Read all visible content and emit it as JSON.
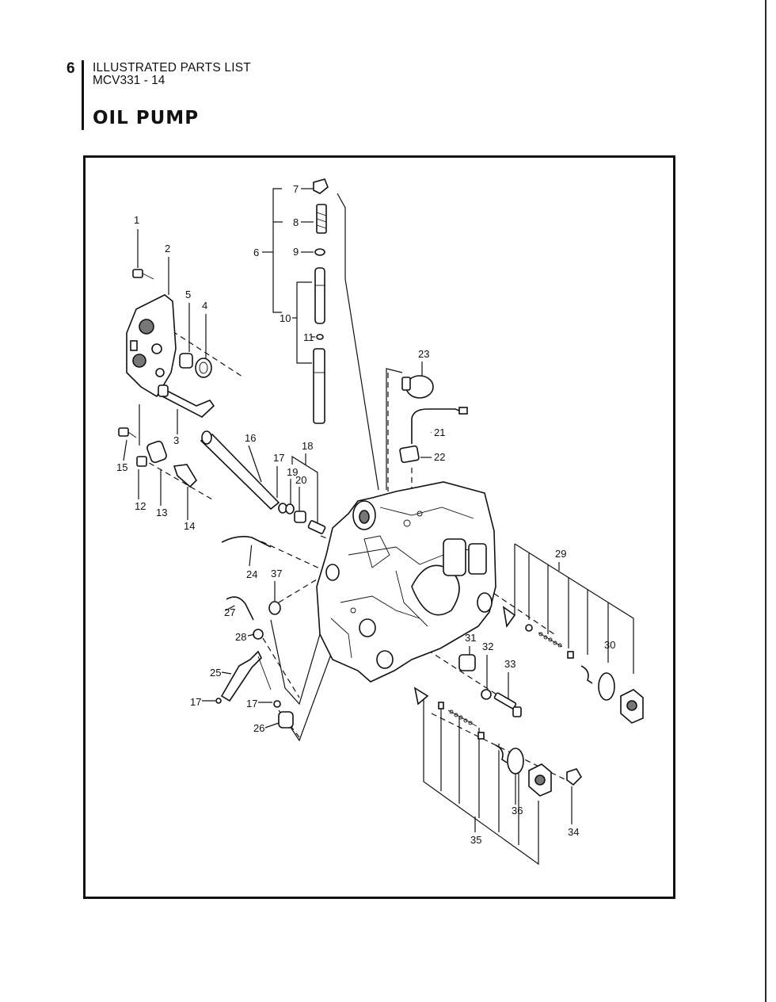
{
  "header": {
    "page_number": "6",
    "title": "ILLUSTRATED PARTS LIST",
    "model": "MCV331 - 14",
    "section_title": "OIL PUMP"
  },
  "diagram": {
    "callouts": [
      {
        "id": "c1",
        "text": "1"
      },
      {
        "id": "c2",
        "text": "2"
      },
      {
        "id": "c3",
        "text": "3"
      },
      {
        "id": "c4",
        "text": "4"
      },
      {
        "id": "c5",
        "text": "5"
      },
      {
        "id": "c6",
        "text": "6"
      },
      {
        "id": "c7",
        "text": "7"
      },
      {
        "id": "c8",
        "text": "8"
      },
      {
        "id": "c9",
        "text": "9"
      },
      {
        "id": "c10",
        "text": "10"
      },
      {
        "id": "c11",
        "text": "11"
      },
      {
        "id": "c12",
        "text": "12"
      },
      {
        "id": "c13",
        "text": "13"
      },
      {
        "id": "c14",
        "text": "14"
      },
      {
        "id": "c15",
        "text": "15"
      },
      {
        "id": "c16",
        "text": "16"
      },
      {
        "id": "c17a",
        "text": "17"
      },
      {
        "id": "c17b",
        "text": "17"
      },
      {
        "id": "c17c",
        "text": "17"
      },
      {
        "id": "c18",
        "text": "18"
      },
      {
        "id": "c19",
        "text": "19"
      },
      {
        "id": "c20",
        "text": "20"
      },
      {
        "id": "c21",
        "text": "21"
      },
      {
        "id": "c22",
        "text": "22"
      },
      {
        "id": "c23",
        "text": "23"
      },
      {
        "id": "c24",
        "text": "24"
      },
      {
        "id": "c25",
        "text": "25"
      },
      {
        "id": "c26",
        "text": "26"
      },
      {
        "id": "c27",
        "text": "27"
      },
      {
        "id": "c28",
        "text": "28"
      },
      {
        "id": "c29",
        "text": "29"
      },
      {
        "id": "c30",
        "text": "30"
      },
      {
        "id": "c31",
        "text": "31"
      },
      {
        "id": "c32",
        "text": "32"
      },
      {
        "id": "c33",
        "text": "33"
      },
      {
        "id": "c34",
        "text": "34"
      },
      {
        "id": "c35",
        "text": "35"
      },
      {
        "id": "c36",
        "text": "36"
      },
      {
        "id": "c37",
        "text": "37"
      }
    ]
  }
}
